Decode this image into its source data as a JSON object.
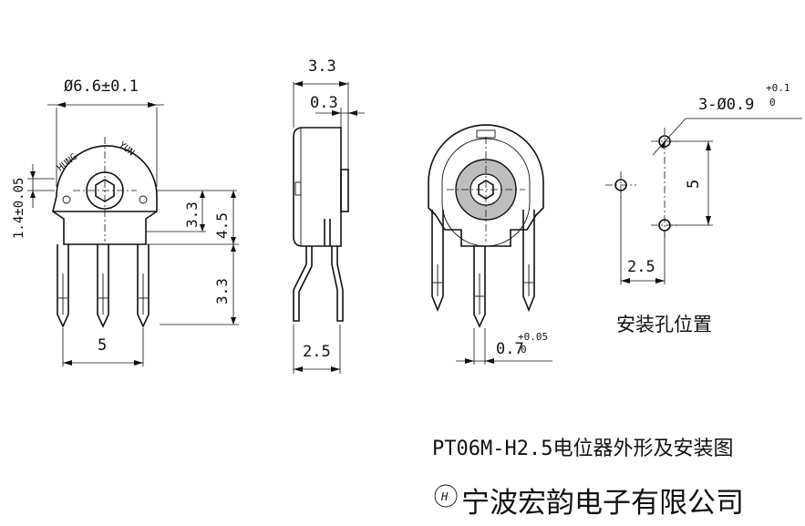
{
  "dims": {
    "front_diameter": "Ø6.6±0.1",
    "front_offset": "1.4±0.05",
    "front_h1": "3.3",
    "front_h2": "4.5",
    "front_h3": "3.3",
    "front_pitch": "5",
    "side_width": "3.3",
    "side_thickness": "0.3",
    "side_pin_spacing": "2.5",
    "back_pin_width": "0.7",
    "back_pin_tol": "+0.05",
    "back_pin_tol_low": "0",
    "hole_spec": "3-Ø0.9",
    "hole_tol_high": "+0.1",
    "hole_tol_low": "0",
    "hole_v": "5",
    "hole_h": "2.5"
  },
  "labels": {
    "brand_upper": "HUNG",
    "brand_lower": "YUN",
    "mounting_title": "安装孔位置",
    "drawing_title": "PT06M-H2.5电位器外形及安装图",
    "logo_letter": "H",
    "company": "宁波宏韵电子有限公司"
  }
}
